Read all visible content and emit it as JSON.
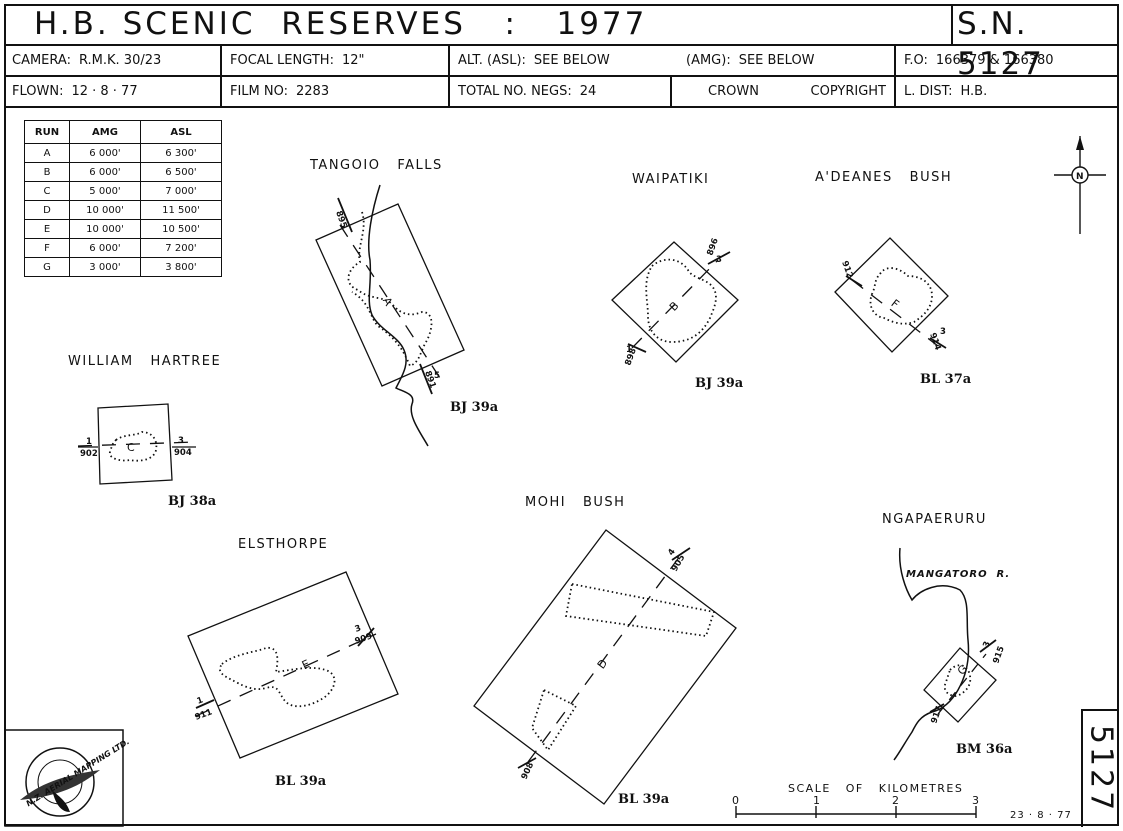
{
  "title": "H.B. SCENIC  RESERVES   :   1977",
  "sheet_number": "S.N. 5127",
  "info": {
    "camera_label": "CAMERA:",
    "camera_value": "R.M.K. 30/23",
    "focal_label": "FOCAL LENGTH:",
    "focal_value": "12\"",
    "alt_label": "ALT. (ASL):",
    "alt_value": "SEE  BELOW",
    "amg_label": "(AMG):",
    "amg_value": "SEE  BELOW",
    "fo_label": "F.O:",
    "fo_value": "166379  &  166380",
    "flown_label": "FLOWN:",
    "flown_value": "12 · 8 · 77",
    "film_label": "FILM NO:",
    "film_value": "2283",
    "negs_label": "TOTAL NO. NEGS:",
    "negs_value": "24",
    "crown": "CROWN",
    "copyright": "COPYRIGHT",
    "ldist_label": "L. DIST:",
    "ldist_value": "H.B."
  },
  "runs_table": {
    "headers": [
      "RUN",
      "AMG",
      "ASL"
    ],
    "rows": [
      [
        "A",
        "6 000'",
        "6 300'"
      ],
      [
        "B",
        "6 000'",
        "6 500'"
      ],
      [
        "C",
        "5 000'",
        "7 000'"
      ],
      [
        "D",
        "10 000'",
        "11 500'"
      ],
      [
        "E",
        "10 000'",
        "10 500'"
      ],
      [
        "F",
        "6 000'",
        "7 200'"
      ],
      [
        "G",
        "3 000'",
        "3 800'"
      ]
    ]
  },
  "sites": {
    "tangoio": {
      "name": "TANGOIO   FALLS",
      "run": "A",
      "ref": "BJ 39a",
      "start": "895",
      "end": "891",
      "end_num": "5"
    },
    "waipatiki": {
      "name": "WAIPATIKI",
      "run": "B",
      "ref": "BJ 39a",
      "start": "896",
      "start_num": "3",
      "end": "898",
      "end_num": "1"
    },
    "adeanes": {
      "name": "A'DEANES   BUSH",
      "run": "F",
      "ref": "BL 37a",
      "start": "912",
      "end": "914",
      "end_num": "3"
    },
    "hartree": {
      "name": "WILLIAM   HARTREE",
      "run": "C",
      "ref": "BJ 38a",
      "start_num": "1",
      "start": "902",
      "end_num": "3",
      "end": "904"
    },
    "mohi": {
      "name": "MOHI   BUSH",
      "run": "D",
      "ref": "BL 39a",
      "start_num": "4",
      "start": "905",
      "end": "908"
    },
    "elsthorpe": {
      "name": "ELSTHORPE",
      "run": "E",
      "ref": "BL 39a",
      "start_num": "3",
      "start": "909",
      "end_num": "1",
      "end": "911"
    },
    "ngapaeruru": {
      "name": "NGAPAERURU",
      "run": "G",
      "ref": "BM 36a",
      "river": "MANGATORO  R.",
      "start_num": "3",
      "start": "915",
      "end": "917"
    }
  },
  "north_label": "N",
  "scale": {
    "title": "SCALE   OF   KILOMETRES",
    "ticks": [
      "0",
      "1",
      "2",
      "3"
    ]
  },
  "logo_text": "N.Z. AERIAL MAPPING LTD.",
  "stamp": "5127",
  "date": "23 · 8 · 77"
}
